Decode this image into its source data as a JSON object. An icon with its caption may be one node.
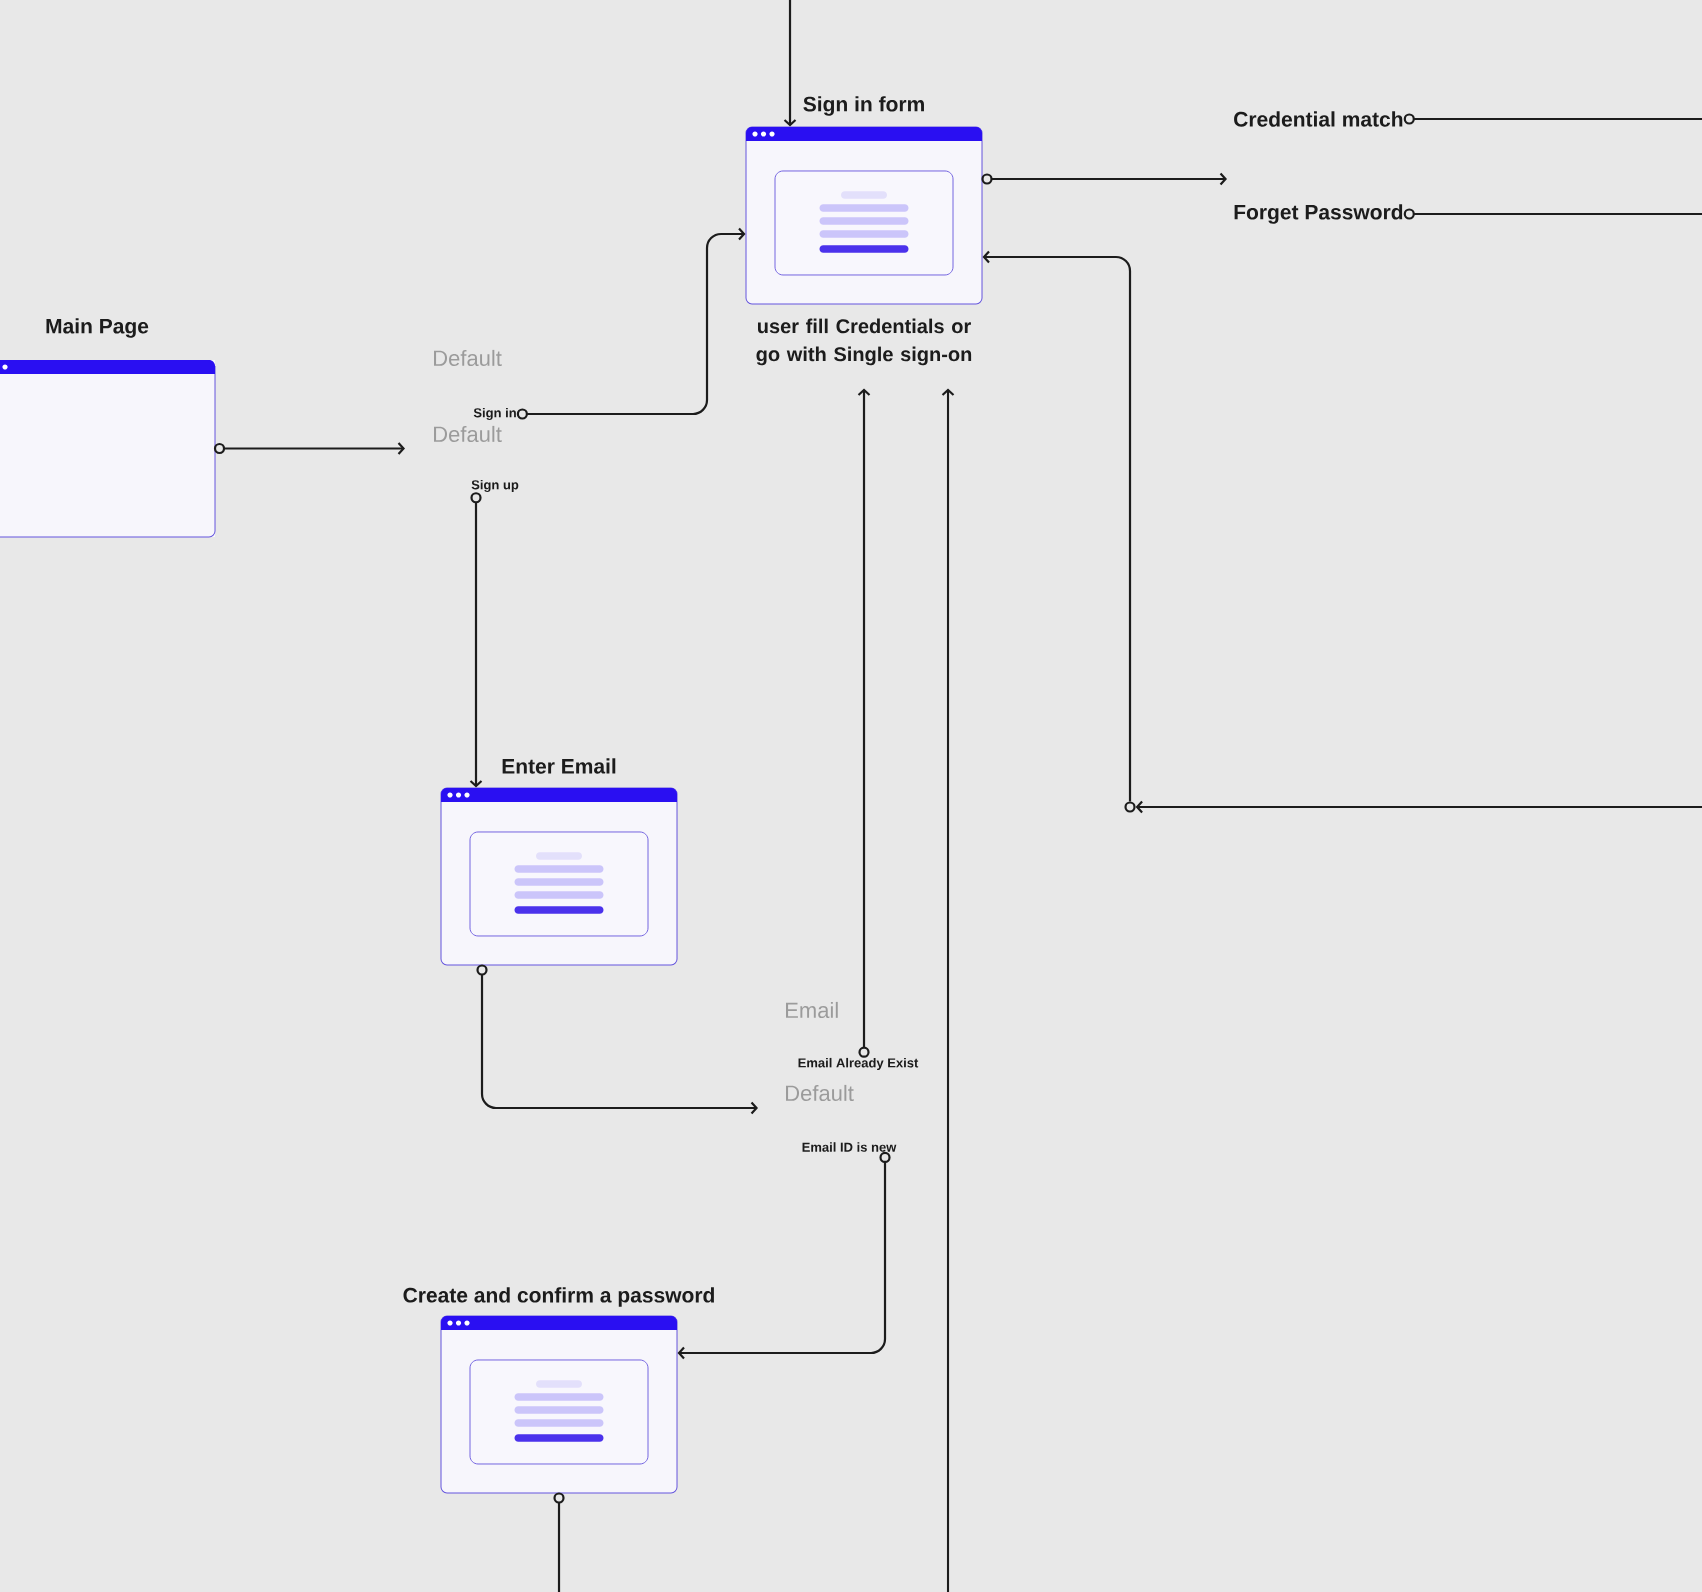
{
  "diagram": {
    "nodes": [
      {
        "text": [
          "Main Page"
        ]
      },
      {
        "text": [
          "Sign in"
        ]
      },
      {
        "text": [
          "Sign up"
        ]
      },
      {
        "text": [
          "Sign in form"
        ],
        "beside": [
          "user fill Credentials or go with Single sign-on"
        ]
      },
      {
        "text": [
          "Credential match"
        ]
      },
      {
        "text": [
          "Forget Password"
        ]
      },
      {
        "text": [],
        "shape": "circle"
      },
      {
        "text": [
          "Enter Email"
        ]
      },
      {
        "text": [
          "Email Already Exist"
        ]
      },
      {
        "text": [
          "Email ID is new"
        ]
      },
      {
        "text": [
          "Create and confirm a password"
        ]
      }
    ],
    "edges": [
      {
        "from": null,
        "to": 3,
        "arrow": "to"
      },
      {
        "from": 0,
        "to": null,
        "arrow": "to"
      },
      {
        "from": 1,
        "to": 3,
        "arrow": "to"
      },
      {
        "from": 2,
        "to": 7,
        "arrow": "to"
      },
      {
        "from": 3,
        "to": 5,
        "arrow": "to"
      },
      {
        "from": 4,
        "to": null,
        "arrow": "none"
      },
      {
        "from": 5,
        "to": null,
        "arrow": "none"
      },
      {
        "from": null,
        "to": 6,
        "arrow": "to"
      },
      {
        "from": 6,
        "to": 3,
        "arrow": "to"
      },
      {
        "from": 7,
        "to": null,
        "arrow": "to"
      },
      {
        "from": 8,
        "to": 3,
        "arrow": "to"
      },
      {
        "from": null,
        "to": 3,
        "arrow": "to"
      },
      {
        "from": 9,
        "to": 10,
        "arrow": "to"
      },
      {
        "from": 10,
        "to": null,
        "arrow": "none"
      }
    ],
    "labels": [
      "Default",
      "Default",
      "Email",
      "Default"
    ]
  }
}
